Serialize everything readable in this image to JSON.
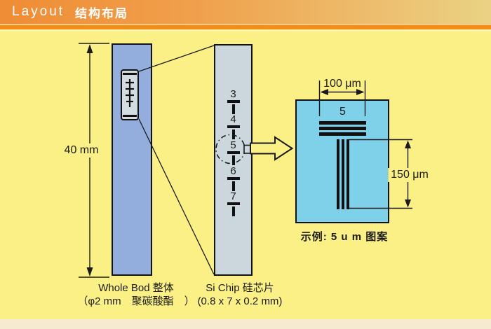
{
  "header": {
    "title_en": "Layout",
    "title_zh": "结构布局"
  },
  "whole_body": {
    "height_dimension": "40 mm",
    "label_line1": "Whole Bod 整体",
    "label_line2": "（φ2 mm　聚碳酸酯　）"
  },
  "si_chip": {
    "pattern_numbers": [
      "3",
      "4",
      "5",
      "6",
      "7"
    ],
    "label_line1": "Si Chip 硅芯片",
    "label_line2": "(0.8 x 7 x 0.2 mm)"
  },
  "pattern_detail": {
    "width_dimension": "100 μm",
    "height_dimension": "150 μm",
    "pattern_number": "5",
    "caption": "示例: 5 u m 图案"
  },
  "colors": {
    "body_background": "#FBF085",
    "header_gradient_left": "#EF8C35",
    "header_gradient_right": "#EAD284",
    "header_rule_orange": "#F28D1A",
    "frame_cream": "#F6EAD1",
    "whole_body_bar": "#93AEDC",
    "si_chip_bar": "#CBD7DD",
    "detail_square": "#7FD0E9",
    "line_black": "#1A1A1A"
  }
}
